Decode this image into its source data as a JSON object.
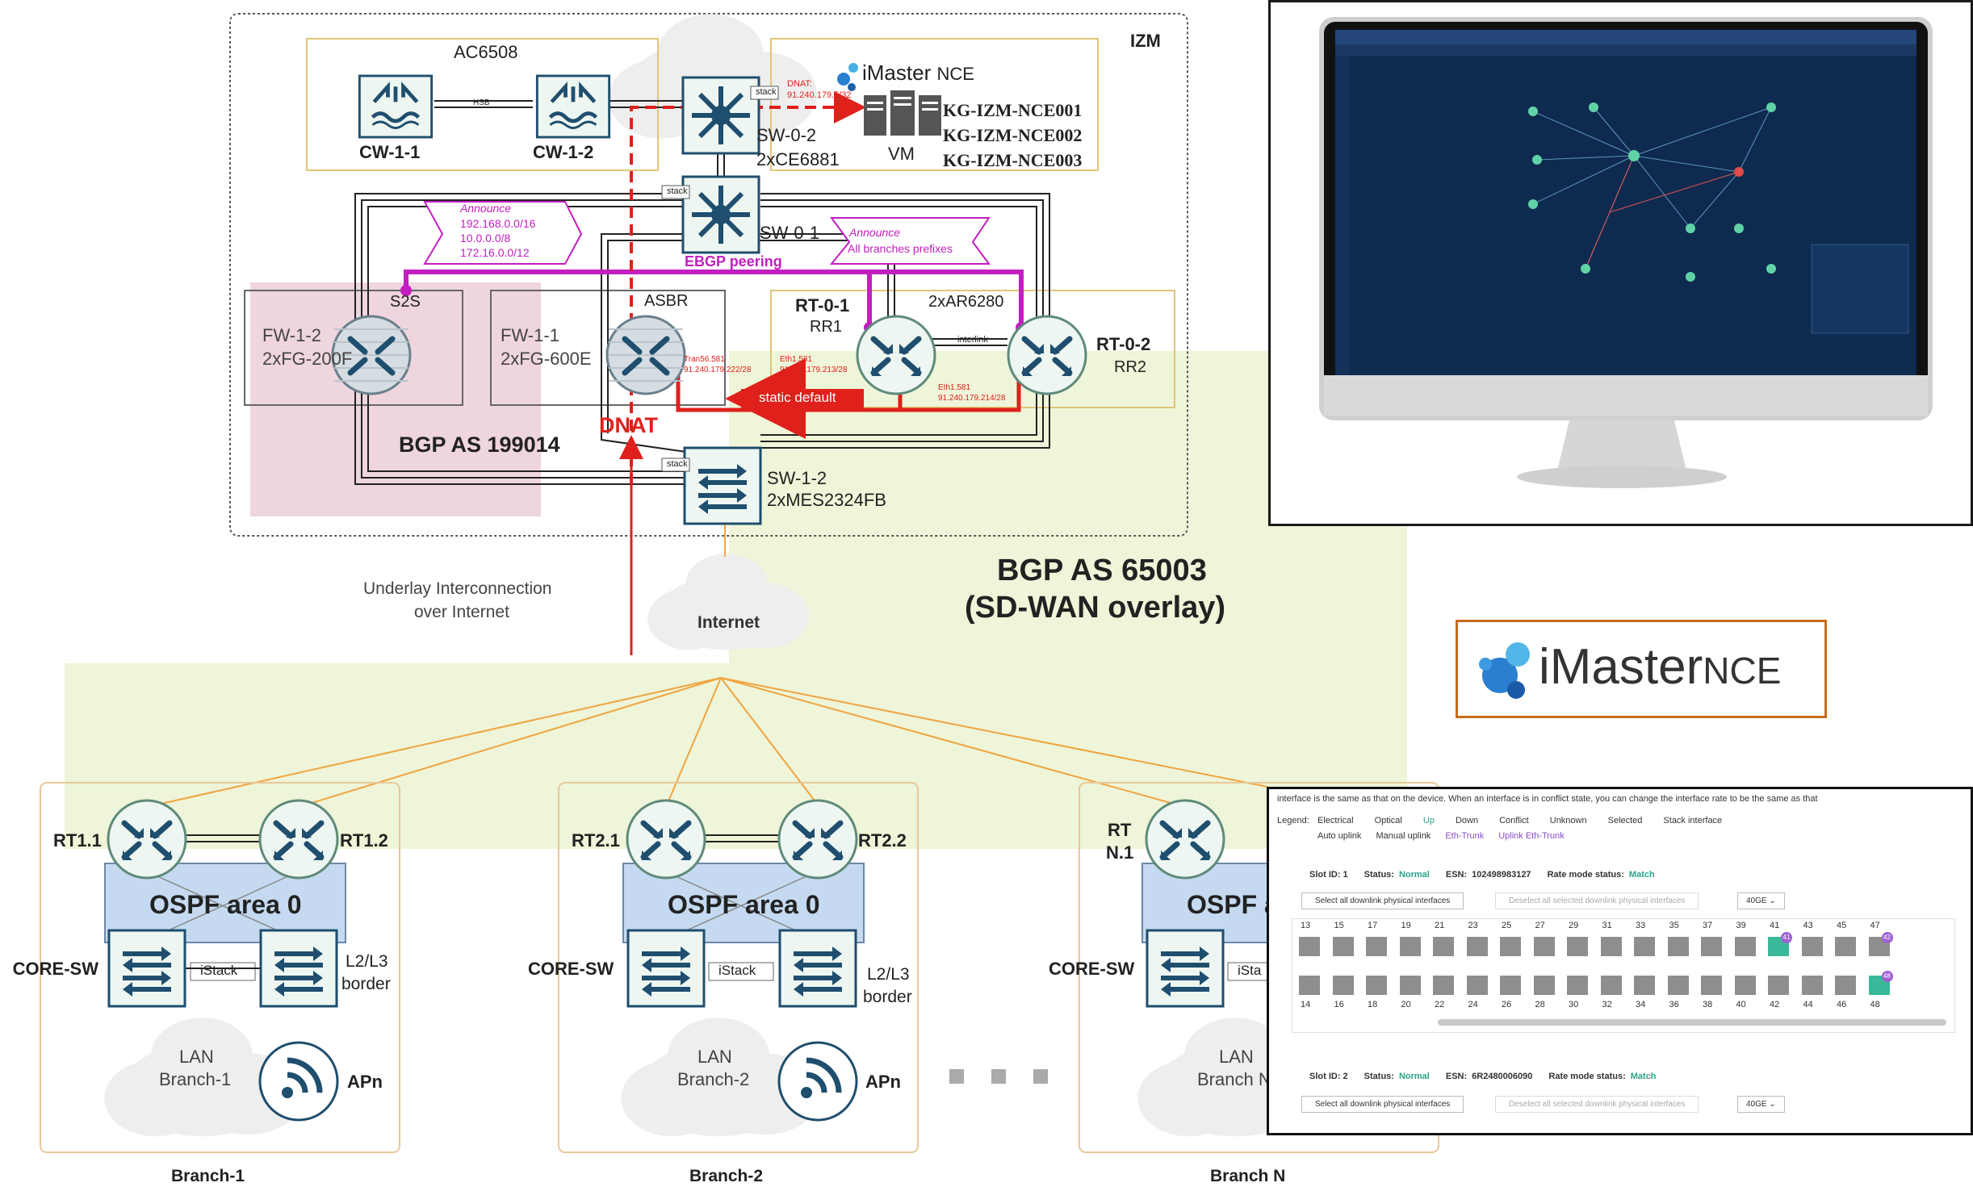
{
  "izm": {
    "site_label": "IZM",
    "ac_label": "AC6508",
    "cw1": "CW-1-1",
    "cw2": "CW-1-2",
    "hsb": "HSB",
    "sw02_name": "SW-0-2",
    "sw02_model": "2xCE6881",
    "sw01_name": "SW-0-1",
    "stack": "stack",
    "dnat_small": "DNAT:",
    "dnat_small_ip": "91.240.179.5/32",
    "nce_brand": "iMaster",
    "nce_suffix": "NCE",
    "vm_label": "VM",
    "nce_servers": [
      "KG-IZM-NCE001",
      "KG-IZM-NCE002",
      "KG-IZM-NCE003"
    ],
    "announce_left_title": "Announce",
    "announce_left_prefixes": [
      "192.168.0.0/16",
      "10.0.0.0/8",
      "172.16.0.0/12"
    ],
    "announce_right_title": "Announce",
    "announce_right_text": "All branches prefixes",
    "ebgp": "EBGP peering",
    "s2s": "S2S",
    "asbr": "ASBR",
    "fw12_name": "FW-1-2",
    "fw12_model": "2xFG-200F",
    "fw11_name": "FW-1-1",
    "fw11_model": "2xFG-600E",
    "rt01": "RT-0-1",
    "rr1": "RR1",
    "rt_model": "2xAR6280",
    "rt02": "RT-0-2",
    "rr2": "RR2",
    "interlink": "interlink",
    "tran_label": "Tran56.581",
    "tran_ip": "91.240.179.222/28",
    "eth1_label": "Eth1.581",
    "eth1_ip": "91.240.179.213/28",
    "eth2_label": "Eth1.581",
    "eth2_ip": "91.240.179.214/28",
    "static_default": "static default",
    "dnat": "DNAT",
    "bgp_as": "BGP AS 199014",
    "sw12_name": "SW-1-2",
    "sw12_model": "2xMES2324FB"
  },
  "middle": {
    "underlay_line1": "Underlay Interconnection",
    "underlay_line2": "over Internet",
    "internet": "Internet",
    "bgp_overlay_line1": "BGP AS 65003",
    "bgp_overlay_line2": "(SD-WAN overlay)"
  },
  "branches": [
    {
      "rt_a": "RT1.1",
      "rt_b": "RT1.2",
      "ospf": "OSPF area 0",
      "core": "CORE-SW",
      "istack": "iStack",
      "border1": "L2/L3",
      "border2": "border",
      "lan1": "LAN",
      "lan2": "Branch-1",
      "ap": "APn",
      "name": "Branch-1"
    },
    {
      "rt_a": "RT2.1",
      "rt_b": "RT2.2",
      "ospf": "OSPF area 0",
      "core": "CORE-SW",
      "istack": "iStack",
      "border1": "L2/L3",
      "border2": "border",
      "lan1": "LAN",
      "lan2": "Branch-2",
      "ap": "APn",
      "name": "Branch-2"
    },
    {
      "rt_a1": "RT",
      "rt_a2": "N.1",
      "ospf": "OSPF a",
      "core": "CORE-SW",
      "istack": "iSta",
      "lan1": "LAN",
      "lan2": "Branch N",
      "name": "Branch N"
    }
  ],
  "logo": {
    "brand": "iMaster",
    "suffix": "NCE"
  },
  "port_panel": {
    "intro": "interface is the same as that on the device. When an interface is in conflict state, you can change the interface rate to be the same as that",
    "legend_label": "Legend:",
    "legend_row1": [
      "Electrical",
      "Optical",
      "Up",
      "Down",
      "Conflict",
      "Unknown",
      "Selected",
      "Stack interface"
    ],
    "legend_row2": [
      "Auto uplink",
      "Manual uplink",
      "Eth-Trunk",
      "Uplink Eth-Trunk"
    ],
    "slot1": {
      "slot": "Slot ID: 1",
      "status_label": "Status:",
      "status": "Normal",
      "esn_label": "ESN:",
      "esn": "102498983127",
      "rate_label": "Rate mode status:",
      "rate": "Match"
    },
    "slot2": {
      "slot": "Slot ID: 2",
      "status_label": "Status:",
      "status": "Normal",
      "esn_label": "ESN:",
      "esn": "6R2480006090",
      "rate_label": "Rate mode status:",
      "rate": "Match"
    },
    "select_btn": "Select all downlink physical interfaces",
    "deselect_btn": "Deselect all selected downlink physical interfaces",
    "speed": "40GE",
    "top_ports": [
      "13",
      "15",
      "17",
      "19",
      "21",
      "23",
      "25",
      "27",
      "29",
      "31",
      "33",
      "35",
      "37",
      "39",
      "41",
      "43",
      "45",
      "47"
    ],
    "bottom_ports": [
      "14",
      "16",
      "18",
      "20",
      "22",
      "24",
      "26",
      "28",
      "30",
      "32",
      "34",
      "36",
      "38",
      "40",
      "42",
      "44",
      "46",
      "48"
    ],
    "badge_top_1": "41",
    "badge_top_2": "42",
    "badge_bottom": "48"
  },
  "colors": {
    "magenta": "#c21fc0",
    "red": "#e0201b",
    "orange": "#f0a440",
    "icon": "#1f4e6e",
    "ospf_fill": "#c5daf0",
    "bgp_green": "#eef5d8",
    "bgp_pink": "#e9c7d3"
  }
}
